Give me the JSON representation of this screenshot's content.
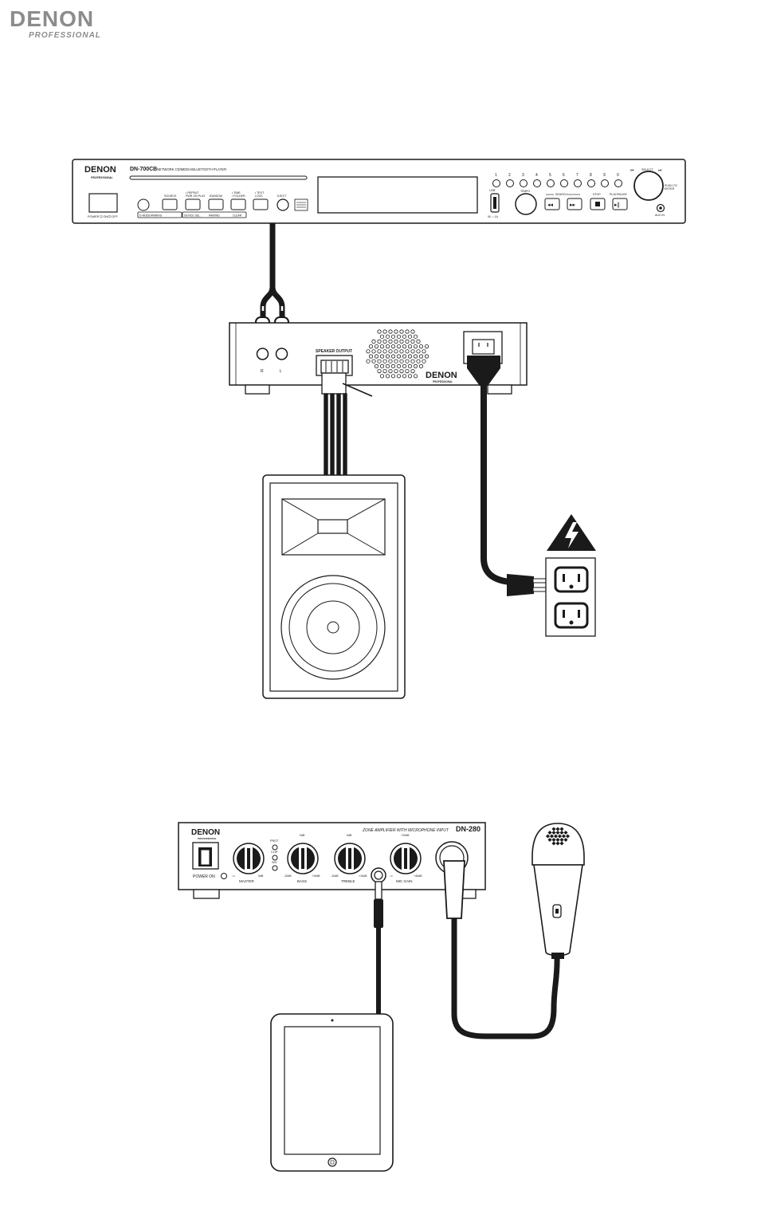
{
  "header": {
    "brand": "DENON",
    "brand_sub": "PROFESSIONAL"
  },
  "player": {
    "brand": "DENON",
    "brand_sub": "PROFESSIONAL",
    "model": "DN-700CB",
    "description": "NETWORK CD/MEDIA/BLUETOOTH PLAYER",
    "power_label": "POWER ⏻ ON/⏻ OFF",
    "buttons": [
      {
        "id": "source",
        "label": "SOURCE"
      },
      {
        "id": "repeat",
        "label": "• REPEAT\nPWR ON PLAY"
      },
      {
        "id": "random",
        "label": "RANDOM"
      },
      {
        "id": "time",
        "label": "• TIME\n/ FOLDER"
      },
      {
        "id": "text",
        "label": "• TEXT\nLOCK"
      }
    ],
    "eject_label": "EJECT",
    "sub_labels": [
      "DEVICE SEL.",
      "PAIRING",
      "CLEAR"
    ],
    "network_label": "D-MODE/PAIRING",
    "number_labels": [
      "1",
      "2",
      "3",
      "4",
      "5",
      "6",
      "7",
      "8",
      "9",
      "0"
    ],
    "usb_label": "USB",
    "usb_power": "5V ⎓ 1A",
    "search_label": "SEARCH",
    "stop_label": "STOP",
    "play_label": "PLAY/PAUSE",
    "select_label": "SELECT",
    "push_label": "PUSH TO\nENTER",
    "aux_label": "AUX IN",
    "tempo_label": "TEMPO"
  },
  "amplifier_top": {
    "rca_right": "R",
    "rca_left": "L",
    "rca_under_right": "R",
    "rca_under_left": "L",
    "speaker_output": "SPEAKER OUTPUT",
    "brand": "DENON",
    "brand_sub": "PROFESSIONAL"
  },
  "amplifier_bottom": {
    "brand": "DENON",
    "brand_sub": "PROFESSIONAL",
    "description": "ZONE AMPLIFIER WITH MICROPHONE INPUT",
    "model": "DN-280",
    "power_label": "POWER ON",
    "knobs": [
      {
        "id": "master",
        "label": "MASTER",
        "min": "-∞",
        "max": "0dB"
      },
      {
        "id": "bass",
        "label": "BASS",
        "min": "-10dB",
        "max": "+10dB"
      },
      {
        "id": "treble",
        "label": "TREBLE",
        "min": "-10dB",
        "max": "+10dB"
      },
      {
        "id": "mic_gain",
        "label": "MIC GAIN",
        "min": "-∞",
        "max": "+40dB"
      }
    ],
    "indicators": [
      "PROT",
      "CLIP",
      "SIG"
    ],
    "center_tick": "0dB",
    "mic_gain_top": "+20dB"
  },
  "colors": {
    "ink": "#1a1a1a",
    "brand_gray": "#8c8c8c",
    "paper": "#ffffff"
  }
}
